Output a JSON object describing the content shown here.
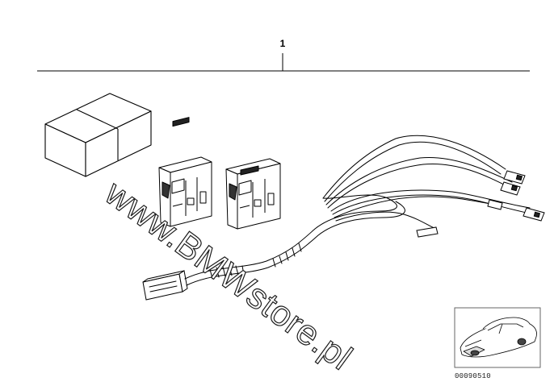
{
  "callout_number": "1",
  "watermark_text": "www.BMWstore.pl",
  "reference_number": "00090510",
  "colors": {
    "line": "#000000",
    "watermark_stroke": "#1a1a1a",
    "inset_border": "#666666"
  },
  "parts": [
    {
      "icon": "box-icon"
    },
    {
      "icon": "switch-icon"
    },
    {
      "icon": "switch-icon"
    },
    {
      "icon": "wiring-harness-icon"
    }
  ]
}
